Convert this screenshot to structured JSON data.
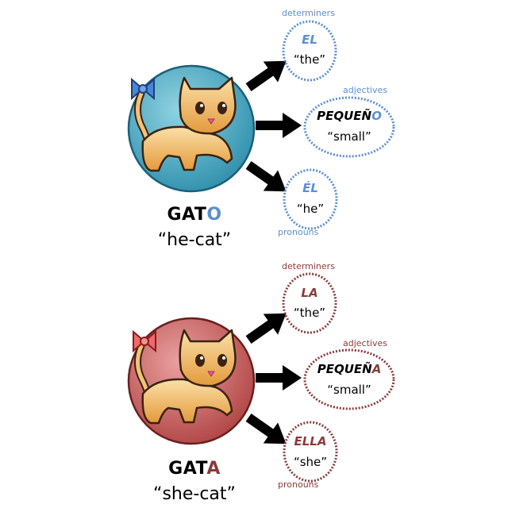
{
  "colors": {
    "masc_accent": "#5b8fd0",
    "masc_circle": "#4aa8c0",
    "fem_accent": "#8b3a3a",
    "fem_circle": "#c25a5a"
  },
  "masculine": {
    "noun_stem": "GAT",
    "noun_ending": "O",
    "noun_gloss": "“he-cat”",
    "bow_icon": "blue-bow-icon",
    "determiners_label": "determiners",
    "determiner_word": "EL",
    "determiner_gloss": "“the”",
    "adjectives_label": "adjectives",
    "adjective_stem": "PEQUEÑ",
    "adjective_ending": "O",
    "adjective_gloss": "“small”",
    "pronouns_label": "pronouns",
    "pronoun_word": "ÉL",
    "pronoun_gloss": "“he”"
  },
  "feminine": {
    "noun_stem": "GAT",
    "noun_ending": "A",
    "noun_gloss": "“she-cat”",
    "bow_icon": "pink-bow-icon",
    "determiners_label": "determiners",
    "determiner_word": "LA",
    "determiner_gloss": "“the”",
    "adjectives_label": "adjectives",
    "adjective_stem": "PEQUEÑ",
    "adjective_ending": "A",
    "adjective_gloss": "“small”",
    "pronouns_label": "pronouns",
    "pronoun_word": "ELLA",
    "pronoun_gloss": "“she”"
  }
}
